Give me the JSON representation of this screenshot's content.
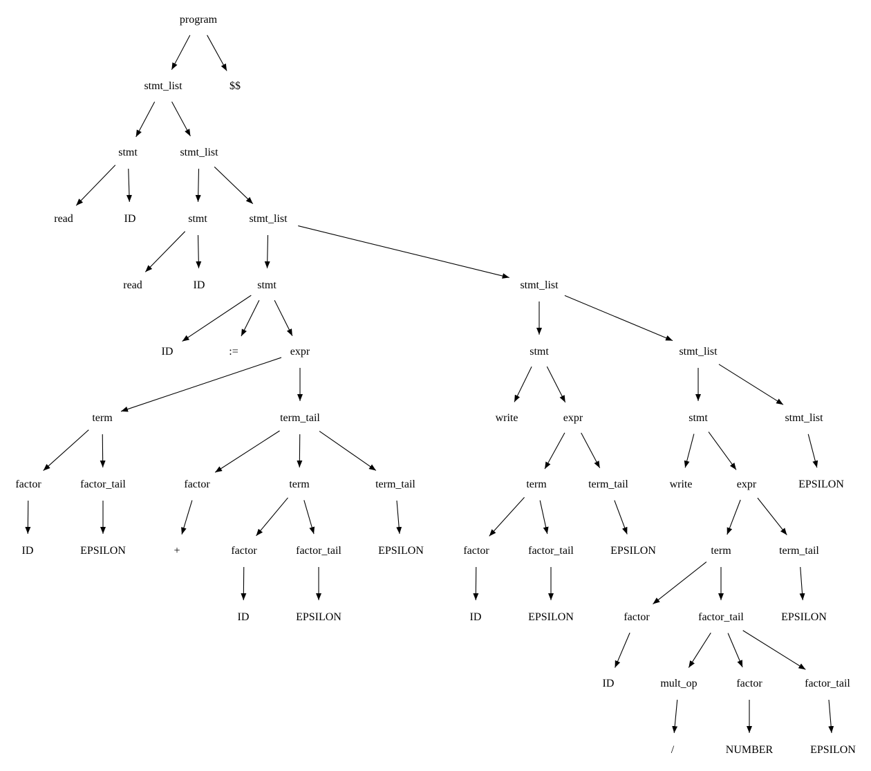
{
  "title": "Parse tree",
  "colors": {
    "line": "#000000",
    "background": "#ffffff"
  },
  "nodes": [
    {
      "id": 0,
      "label": "program",
      "parent": null
    },
    {
      "id": 1,
      "label": "stmt_list",
      "parent": 0
    },
    {
      "id": 2,
      "label": "$$",
      "parent": 0
    },
    {
      "id": 3,
      "label": "stmt",
      "parent": 1
    },
    {
      "id": 4,
      "label": "stmt_list",
      "parent": 1
    },
    {
      "id": 5,
      "label": "read",
      "parent": 3
    },
    {
      "id": 6,
      "label": "ID",
      "parent": 3
    },
    {
      "id": 7,
      "label": "stmt",
      "parent": 4
    },
    {
      "id": 8,
      "label": "stmt_list",
      "parent": 4
    },
    {
      "id": 9,
      "label": "read",
      "parent": 7
    },
    {
      "id": 10,
      "label": "ID",
      "parent": 7
    },
    {
      "id": 11,
      "label": "stmt",
      "parent": 8
    },
    {
      "id": 12,
      "label": "stmt_list",
      "parent": 8
    },
    {
      "id": 13,
      "label": "ID",
      "parent": 11
    },
    {
      "id": 14,
      "label": ":=",
      "parent": 11
    },
    {
      "id": 15,
      "label": "expr",
      "parent": 11
    },
    {
      "id": 16,
      "label": "stmt",
      "parent": 12
    },
    {
      "id": 17,
      "label": "stmt_list",
      "parent": 12
    },
    {
      "id": 18,
      "label": "term",
      "parent": 15
    },
    {
      "id": 19,
      "label": "term_tail",
      "parent": 15
    },
    {
      "id": 20,
      "label": "write",
      "parent": 16
    },
    {
      "id": 21,
      "label": "expr",
      "parent": 16
    },
    {
      "id": 22,
      "label": "stmt",
      "parent": 17
    },
    {
      "id": 23,
      "label": "stmt_list",
      "parent": 17
    },
    {
      "id": 24,
      "label": "factor",
      "parent": 18
    },
    {
      "id": 25,
      "label": "factor_tail",
      "parent": 18
    },
    {
      "id": 26,
      "label": "factor",
      "parent": 19
    },
    {
      "id": 27,
      "label": "term",
      "parent": 19
    },
    {
      "id": 28,
      "label": "term_tail",
      "parent": 19
    },
    {
      "id": 29,
      "label": "term",
      "parent": 21
    },
    {
      "id": 30,
      "label": "term_tail",
      "parent": 21
    },
    {
      "id": 31,
      "label": "write",
      "parent": 22
    },
    {
      "id": 32,
      "label": "expr",
      "parent": 22
    },
    {
      "id": 33,
      "label": "EPSILON",
      "parent": 23
    },
    {
      "id": 34,
      "label": "ID",
      "parent": 24
    },
    {
      "id": 35,
      "label": "EPSILON",
      "parent": 25
    },
    {
      "id": 36,
      "label": "+",
      "parent": 26
    },
    {
      "id": 37,
      "label": "factor",
      "parent": 27
    },
    {
      "id": 38,
      "label": "factor_tail",
      "parent": 27
    },
    {
      "id": 39,
      "label": "EPSILON",
      "parent": 28
    },
    {
      "id": 40,
      "label": "factor",
      "parent": 29
    },
    {
      "id": 41,
      "label": "factor_tail",
      "parent": 29
    },
    {
      "id": 42,
      "label": "EPSILON",
      "parent": 30
    },
    {
      "id": 43,
      "label": "term",
      "parent": 32
    },
    {
      "id": 44,
      "label": "term_tail",
      "parent": 32
    },
    {
      "id": 45,
      "label": "ID",
      "parent": 37
    },
    {
      "id": 46,
      "label": "EPSILON",
      "parent": 38
    },
    {
      "id": 47,
      "label": "ID",
      "parent": 40
    },
    {
      "id": 48,
      "label": "EPSILON",
      "parent": 41
    },
    {
      "id": 49,
      "label": "factor",
      "parent": 43
    },
    {
      "id": 50,
      "label": "factor_tail",
      "parent": 43
    },
    {
      "id": 51,
      "label": "EPSILON",
      "parent": 44
    },
    {
      "id": 52,
      "label": "ID",
      "parent": 49
    },
    {
      "id": 53,
      "label": "mult_op",
      "parent": 50
    },
    {
      "id": 54,
      "label": "factor",
      "parent": 50
    },
    {
      "id": 55,
      "label": "factor_tail",
      "parent": 50
    },
    {
      "id": 56,
      "label": "/",
      "parent": 53
    },
    {
      "id": 57,
      "label": "NUMBER",
      "parent": 54
    },
    {
      "id": 58,
      "label": "EPSILON",
      "parent": 55
    }
  ]
}
